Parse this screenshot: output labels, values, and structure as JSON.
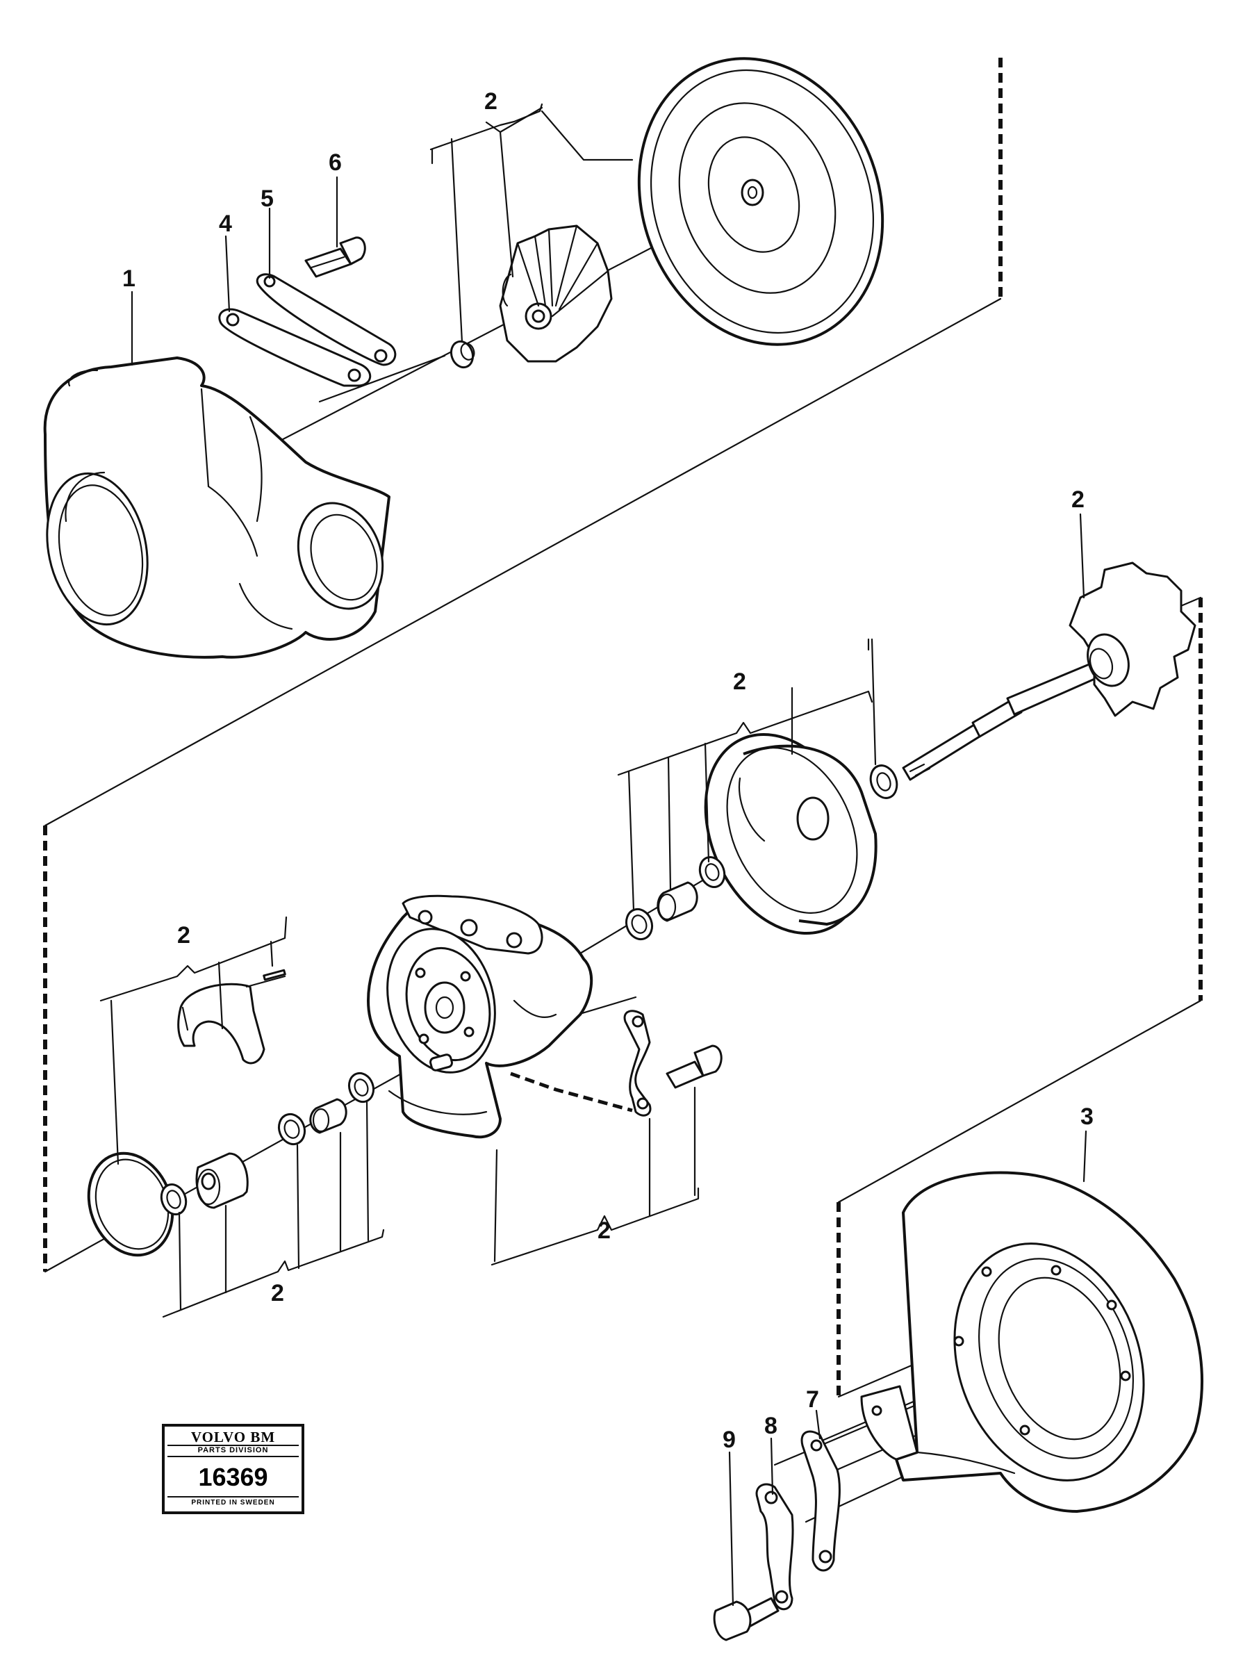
{
  "labels": {
    "housing": "1",
    "center_section_top": "2",
    "impeller": "2",
    "turbine_wheel": "2",
    "upper_bearing_group": "2",
    "left_bearing_group": "2",
    "lower_left_group": "2",
    "lower_middle_group": "2",
    "turbine_housing": "3",
    "lock_plate_top": "4",
    "clamp_plate_top": "5",
    "bolt_top": "6",
    "clamp_plate_bottom": "7",
    "lock_plate_bottom": "8",
    "bolt_bottom": "9"
  },
  "stamp": {
    "brand": "VOLVO BM",
    "division": "PARTS DIVISION",
    "number": "16369",
    "footer": "PRINTED IN SWEDEN"
  }
}
